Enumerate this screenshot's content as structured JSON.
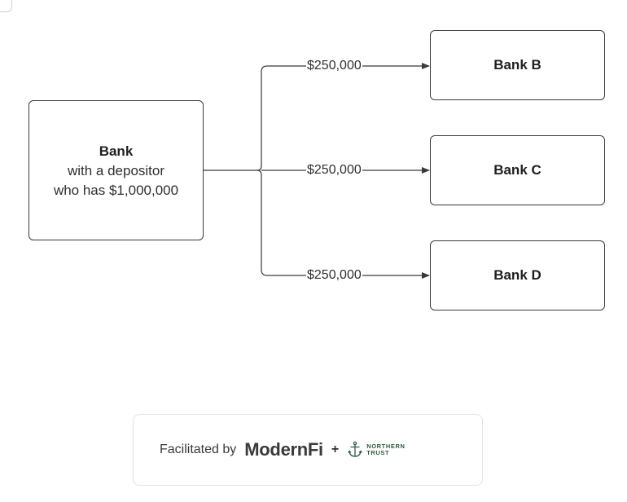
{
  "source": {
    "title": "Bank",
    "line1": "with a depositor",
    "line2": "who has $1,000,000"
  },
  "targets": [
    {
      "label": "Bank B",
      "amount": "$250,000"
    },
    {
      "label": "Bank C",
      "amount": "$250,000"
    },
    {
      "label": "Bank D",
      "amount": "$250,000"
    }
  ],
  "footer": {
    "prefix": "Facilitated by",
    "brand": "ModernFi",
    "plus": "+",
    "partner_line1": "NORTHERN",
    "partner_line2": "TRUST"
  },
  "colors": {
    "line": "#3a3a3a",
    "partner_green": "#2d5a3d"
  }
}
